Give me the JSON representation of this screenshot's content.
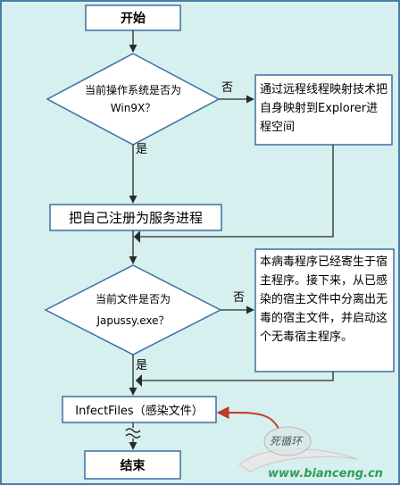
{
  "colors": {
    "background": "#d6efef",
    "frame": "#4a7ca8",
    "node_border": "#3a6ea5",
    "arrow": "#3a3a3a",
    "loop_arrow": "#c0392b",
    "watermark": "#2f9e57"
  },
  "nodes": {
    "start": "开始",
    "decision1": "当前操作系统是否为Win9X？",
    "note1": "通过远程线程映射技术把自身映射到Explorer进程空间",
    "register": "把自己注册为服务进程",
    "decision2": "当前文件是否为Japussy.exe？",
    "note2": "本病毒程序已经寄生于宿主程序。接下来，从已感染的宿主文件中分离出无毒的宿主文件，并启动这个无毒宿主程序。",
    "infect": "InfectFiles（感染文件）",
    "end": "结束"
  },
  "edges": {
    "no1": "否",
    "yes1": "是",
    "no2": "否",
    "yes2": "是"
  },
  "loop_label": "死循环",
  "watermark": "www.bianceng.cn"
}
